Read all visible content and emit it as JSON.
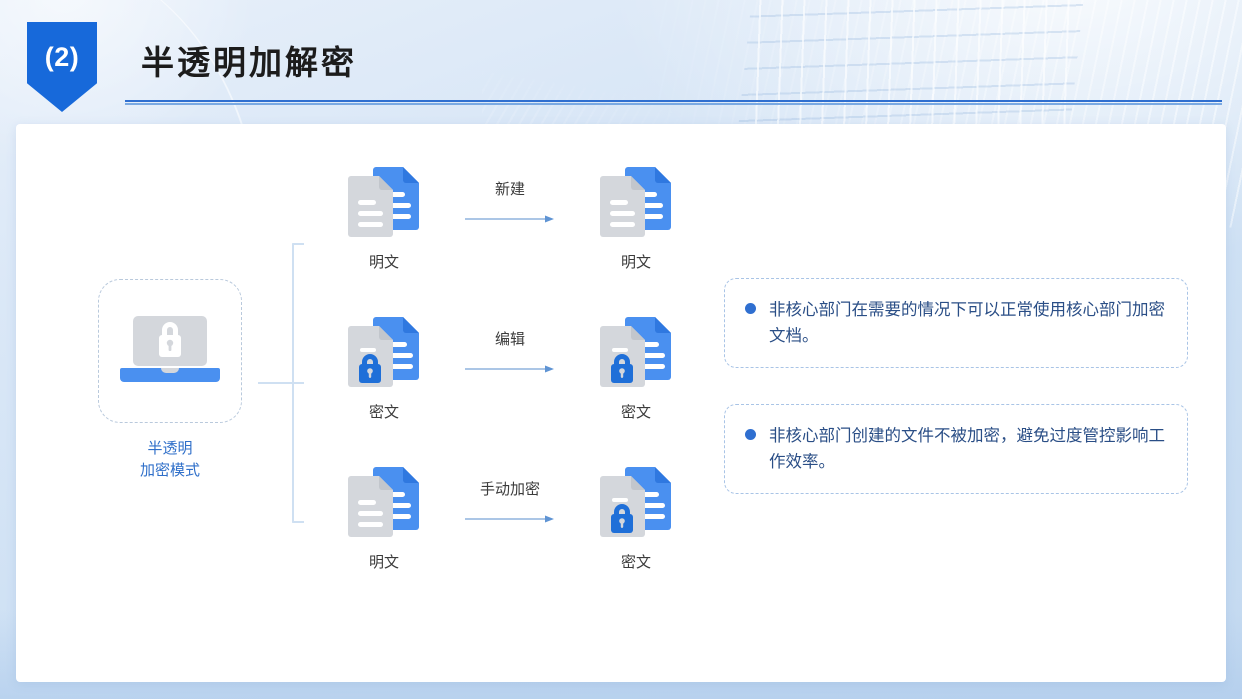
{
  "header": {
    "badge_number": "(2)",
    "title": "半透明加解密",
    "accent_color": "#1769da",
    "rule_color_top": "#2f6fd0",
    "rule_color_bottom": "#7aa9e2"
  },
  "mode_node": {
    "icon": "laptop-lock-icon",
    "caption_line1": "半透明",
    "caption_line2": "加密模式",
    "caption_color": "#2f6fc9"
  },
  "flows": [
    {
      "source": {
        "icon": "plain-document-icon",
        "label": "明文"
      },
      "action": {
        "label": "新建",
        "icon": "arrow-right-icon"
      },
      "target": {
        "icon": "plain-document-icon",
        "label": "明文"
      }
    },
    {
      "source": {
        "icon": "encrypted-document-icon",
        "label": "密文"
      },
      "action": {
        "label": "编辑",
        "icon": "arrow-right-icon"
      },
      "target": {
        "icon": "encrypted-document-icon",
        "label": "密文"
      }
    },
    {
      "source": {
        "icon": "plain-document-icon",
        "label": "明文"
      },
      "action": {
        "label": "手动加密",
        "icon": "arrow-right-icon"
      },
      "target": {
        "icon": "encrypted-document-icon",
        "label": "密文"
      }
    }
  ],
  "notes": [
    {
      "bullet_icon": "bullet-dot-icon",
      "text": "非核心部门在需要的情况下可以正常使用核心部门加密文档。"
    },
    {
      "bullet_icon": "bullet-dot-icon",
      "text": "非核心部门创建的文件不被加密，避免过度管控影响工作效率。"
    }
  ],
  "palette": {
    "doc_blue": "#4a90f0",
    "doc_blue_dark": "#2f78e0",
    "doc_gray": "#d4d7dc",
    "lock_blue": "#1f6fd8",
    "bullet_blue": "#2f6fd0",
    "text_blue": "#2a4e86"
  }
}
